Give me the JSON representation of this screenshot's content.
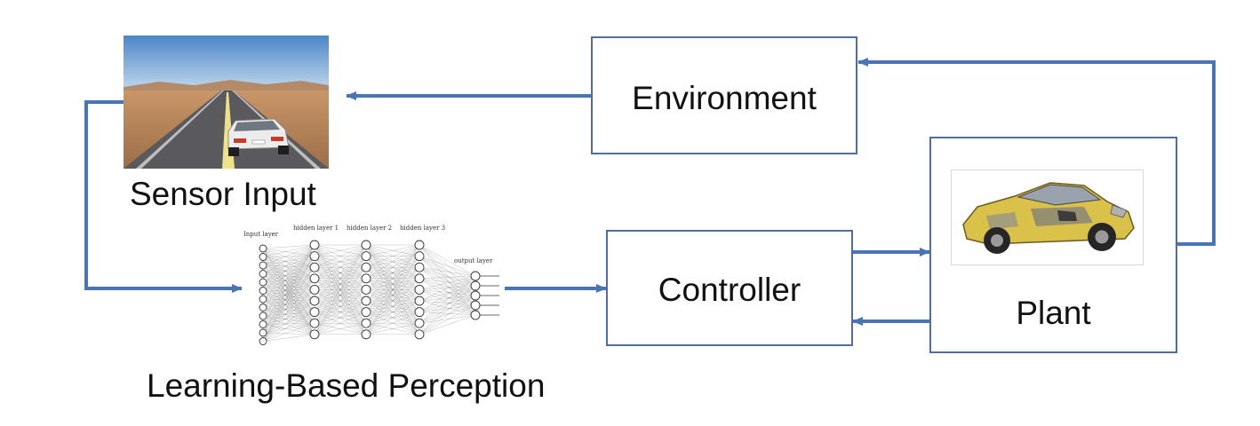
{
  "colors": {
    "arrow": "#4a74b4",
    "box_border": "#4f6fa3",
    "text": "#111111"
  },
  "nodes": {
    "environment": {
      "label": "Environment"
    },
    "controller": {
      "label": "Controller"
    },
    "plant": {
      "label": "Plant"
    },
    "sensor_input": {
      "label": "Sensor Input"
    },
    "perception": {
      "label": "Learning-Based Perception"
    }
  },
  "network": {
    "input_layer_label": "Input layer",
    "hidden_layer_1_label": "hidden layer 1",
    "hidden_layer_2_label": "hidden layer 2",
    "hidden_layer_3_label": "hidden layer 3",
    "output_layer_label": "output layer"
  },
  "edges": [
    {
      "from": "plant",
      "to": "environment"
    },
    {
      "from": "environment",
      "to": "sensor_input"
    },
    {
      "from": "sensor_input",
      "to": "perception"
    },
    {
      "from": "perception",
      "to": "controller"
    },
    {
      "from": "controller",
      "to": "plant"
    },
    {
      "from": "plant",
      "to": "controller"
    }
  ],
  "icons": {
    "sensor_image": "road-car-photo-icon",
    "plant_image": "car-cutaway-icon",
    "perception_image": "neural-network-icon"
  }
}
